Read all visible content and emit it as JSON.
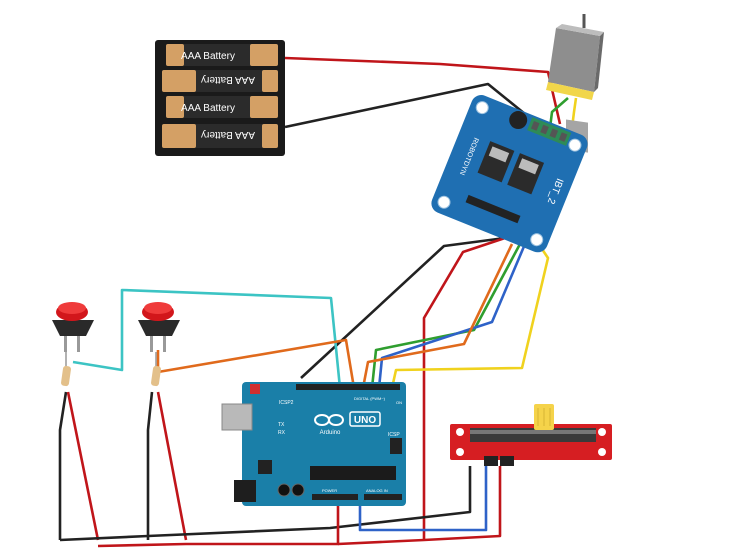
{
  "battery_pack": {
    "cells": [
      {
        "label": "AAA Battery",
        "flipped": false
      },
      {
        "label": "AAA Battery",
        "flipped": true
      },
      {
        "label": "AAA Battery",
        "flipped": false
      },
      {
        "label": "AAA Battery",
        "flipped": true
      }
    ]
  },
  "driver": {
    "name": "IBT_2",
    "logo": "ROBOTDYN",
    "board_color": "#1f6fb2"
  },
  "arduino": {
    "model": "UNO",
    "brand": "Arduino",
    "labels": [
      "ICSP2",
      "ICSP",
      "TX",
      "RX",
      "DIGITAL (PWM~)",
      "POWER",
      "ANALOG IN",
      "ON"
    ],
    "board_color": "#1a7fa8"
  },
  "slider": {
    "board_color": "#d61e22",
    "knob_color": "#f5d34a"
  },
  "buttons": {
    "count": 2,
    "cap_color": "#d2161b"
  },
  "wire_colors": {
    "red": "#c0151a",
    "black": "#222222",
    "cyan": "#3cc4c4",
    "orange": "#e06a1c",
    "green": "#2f9e2f",
    "blue": "#2e62c8",
    "yellow": "#f0d21e"
  }
}
